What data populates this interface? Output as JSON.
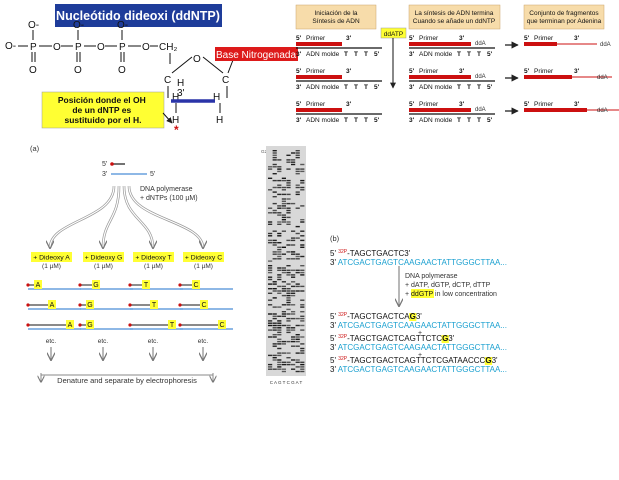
{
  "colors": {
    "title_bg": "#1e3c9a",
    "label_yellow": "#ffff33",
    "panel_header": "#f7dcaa",
    "red": "#cc1010",
    "base_red": "#dd1a1a",
    "blue_bond": "#2a34a8",
    "seq_cyan": "#1aa0d0",
    "line_blue": "#4a8ed8",
    "arrow_red": "#dd1a1a"
  },
  "top": {
    "title": "Nucleótido dideoxi (ddNTP)",
    "base_label": "Base Nitrogenada",
    "oh_note": "Posición donde el OH de un dNTP es sustituido por el H.",
    "ch2": "CH₂",
    "three_prime": "3'",
    "star": "*",
    "o_ring": "O",
    "atoms": {
      "O_minus": "O-",
      "O": "O",
      "P": "P",
      "C": "C",
      "H": "H"
    },
    "panels": [
      {
        "header": "Iniciación de la Síntesis de ADN"
      },
      {
        "header": "La síntesis de ADN termina Cuando se añade un ddNTP"
      },
      {
        "header": "Conjunto de fragmentos que terminan por Adenina"
      }
    ],
    "strand": {
      "primer": "Primer",
      "p5": "5'",
      "p3": "3'",
      "molde": "ADN molde",
      "T": "T",
      "ddA": "ddA",
      "ddATP": "ddATP"
    }
  },
  "a": {
    "label": "(a)",
    "p5": "5'",
    "p3": "3'",
    "enzyme": "DNA polymerase",
    "dntps": "+ dNTPs (100 µM)",
    "reactions": [
      {
        "label": "+ Dideoxy A",
        "conc": "(1 µM)",
        "base": "A"
      },
      {
        "label": "+ Dideoxy G",
        "conc": "(1 µM)",
        "base": "G"
      },
      {
        "label": "+ Dideoxy T",
        "conc": "(1 µM)",
        "base": "T"
      },
      {
        "label": "+ Dideoxy C",
        "conc": "(1 µM)",
        "base": "C"
      }
    ],
    "etc": "etc.",
    "footer": "Denature and separate by electrophoresis"
  },
  "gel": {
    "top_label": "G2",
    "lanes": "C A G T C G A T"
  },
  "b": {
    "label": "(b)",
    "p5": "5'",
    "p3": "3'",
    "p32": "32P",
    "top_strand": "-TAGCTGACTC",
    "template": "ATCGACTGAGTCAAGAACTATTGGGCTTAA...",
    "enzyme": "DNA polymerase",
    "reagents1": "+ dATP, dGTP, dCTP, dTTP",
    "ddgtp": "ddGTP",
    "reagents2": "in low concentration",
    "plus": "+",
    "products": [
      {
        "prefix": "-TAGCTGACTCA",
        "last": "G"
      },
      {
        "prefix": "-TAGCTGACTCAGTTCTC",
        "last": "G"
      },
      {
        "prefix": "-TAGCTGACTCAGTTCTCGATAACCC",
        "last": "G"
      }
    ]
  }
}
